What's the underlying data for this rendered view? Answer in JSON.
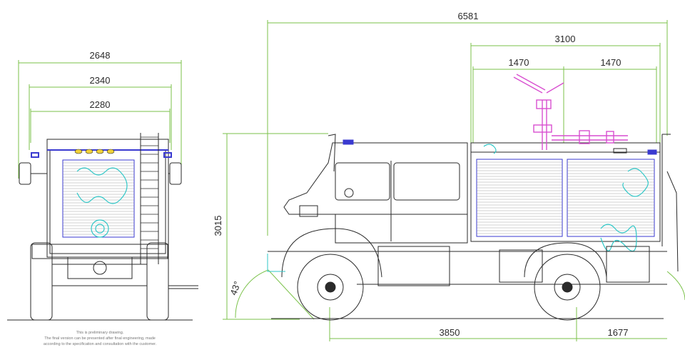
{
  "front_view": {
    "dim_overall_width": "2648",
    "dim_mirror_width": "2340",
    "dim_body_width": "2280"
  },
  "side_view": {
    "dim_overall_length": "6581",
    "dim_body_length": "3100",
    "dim_left_monitor": "1470",
    "dim_right_monitor": "1470",
    "dim_height": "3015",
    "dim_approach_angle": "43°",
    "dim_wheelbase": "3850",
    "dim_rear_overhang": "1677"
  },
  "note": {
    "line1": "This is preliminary drawing.",
    "line2": "The final version can be presented after final engineering, made",
    "line3": "according to the specification and consultation with the customer."
  },
  "colors": {
    "dimension": "#7bc24a",
    "outline": "#2a2a2a",
    "equipment_blue": "#3a3ad0",
    "hose_cyan": "#2fc7c7",
    "monitor_magenta": "#d84fd0",
    "light_yellow": "#f2d23a"
  }
}
